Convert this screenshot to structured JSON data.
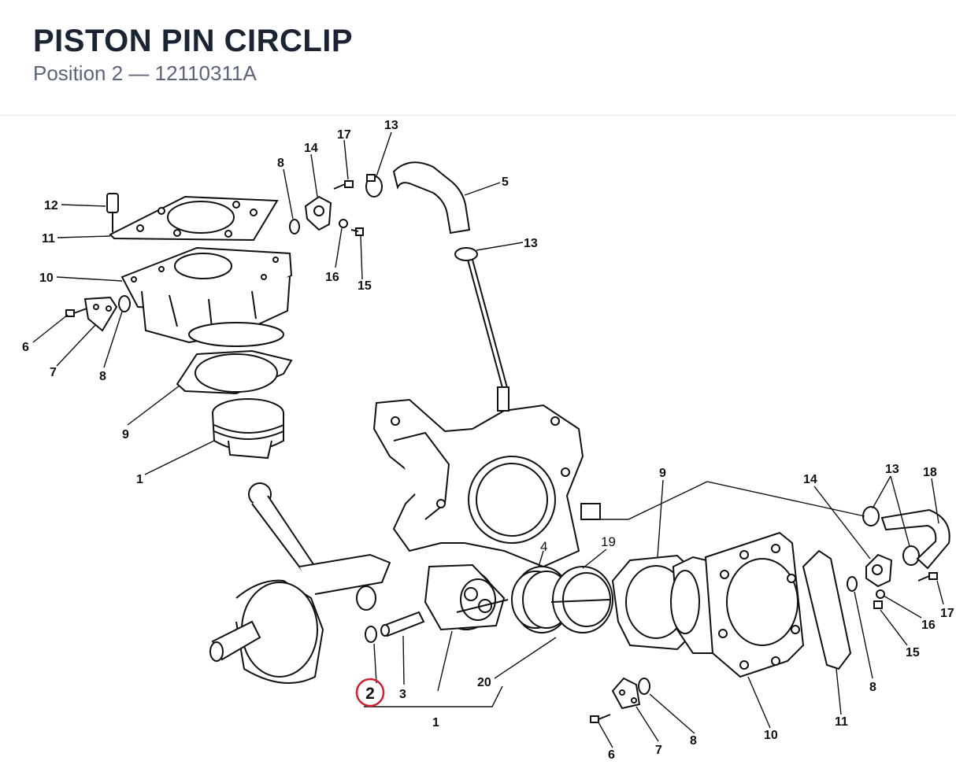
{
  "header": {
    "title": "PISTON PIN CIRCLIP",
    "subtitle": "Position 2 — 12110311A"
  },
  "highlight": {
    "label": "2",
    "color": "#cc1f2f"
  },
  "callouts": {
    "c12": "12",
    "c11a": "11",
    "c10a": "10",
    "c6a": "6",
    "c7a": "7",
    "c8a": "8",
    "c9a": "9",
    "c1a": "1",
    "c8b": "8",
    "c14a": "14",
    "c17a": "17",
    "c13a": "13",
    "c5": "5",
    "c13b": "13",
    "c16a": "16",
    "c15a": "15",
    "c4": "4",
    "c19": "19",
    "c3": "3",
    "c1b": "1",
    "c20": "20",
    "c9b": "9",
    "c14b": "14",
    "c13c": "13",
    "c18": "18",
    "c17b": "17",
    "c16b": "16",
    "c15b": "15",
    "c8c": "8",
    "c11b": "11",
    "c10b": "10",
    "c8d": "8",
    "c7b": "7",
    "c6b": "6"
  }
}
